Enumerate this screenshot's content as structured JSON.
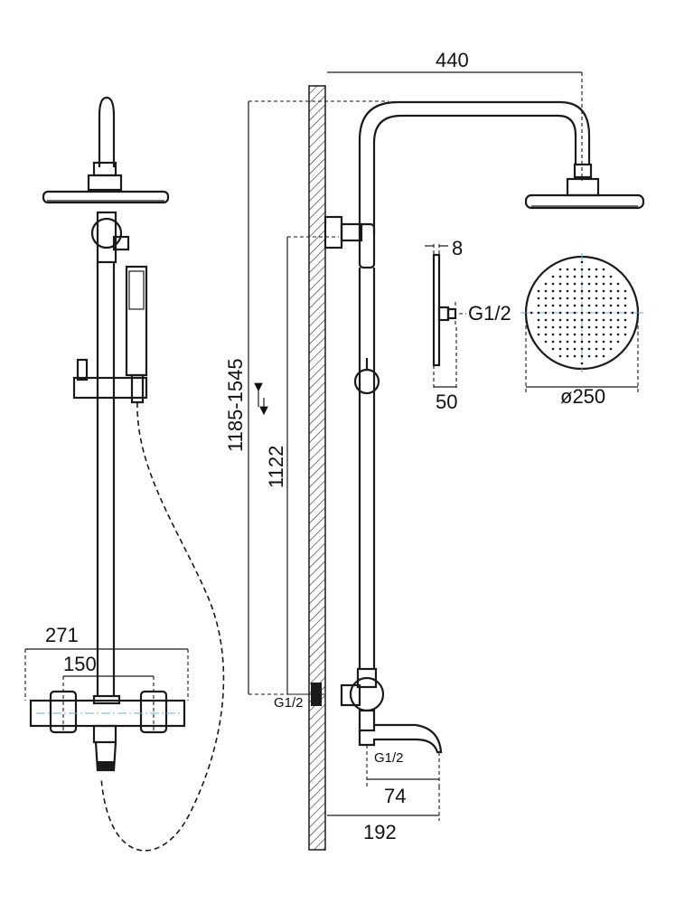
{
  "dimensions": {
    "top_width": "440",
    "total_height": "1185-1545",
    "bar_height": "1122",
    "head_thickness_top": "8",
    "head_inlet": "G1/2",
    "head_depth": "50",
    "head_diameter": "ø250",
    "mixer_width": "271",
    "mixer_centers": "150",
    "wall_inlet": "G1/2",
    "spout_inlet": "G1/2",
    "spout_projection": "74",
    "mixer_projection": "192"
  },
  "colors": {
    "line": "#1a1a1a",
    "centerline": "#6ab0d8",
    "wall_hatch": "#333333"
  },
  "icons": {
    "adjust_arrows": "up-down-arrows-icon"
  }
}
